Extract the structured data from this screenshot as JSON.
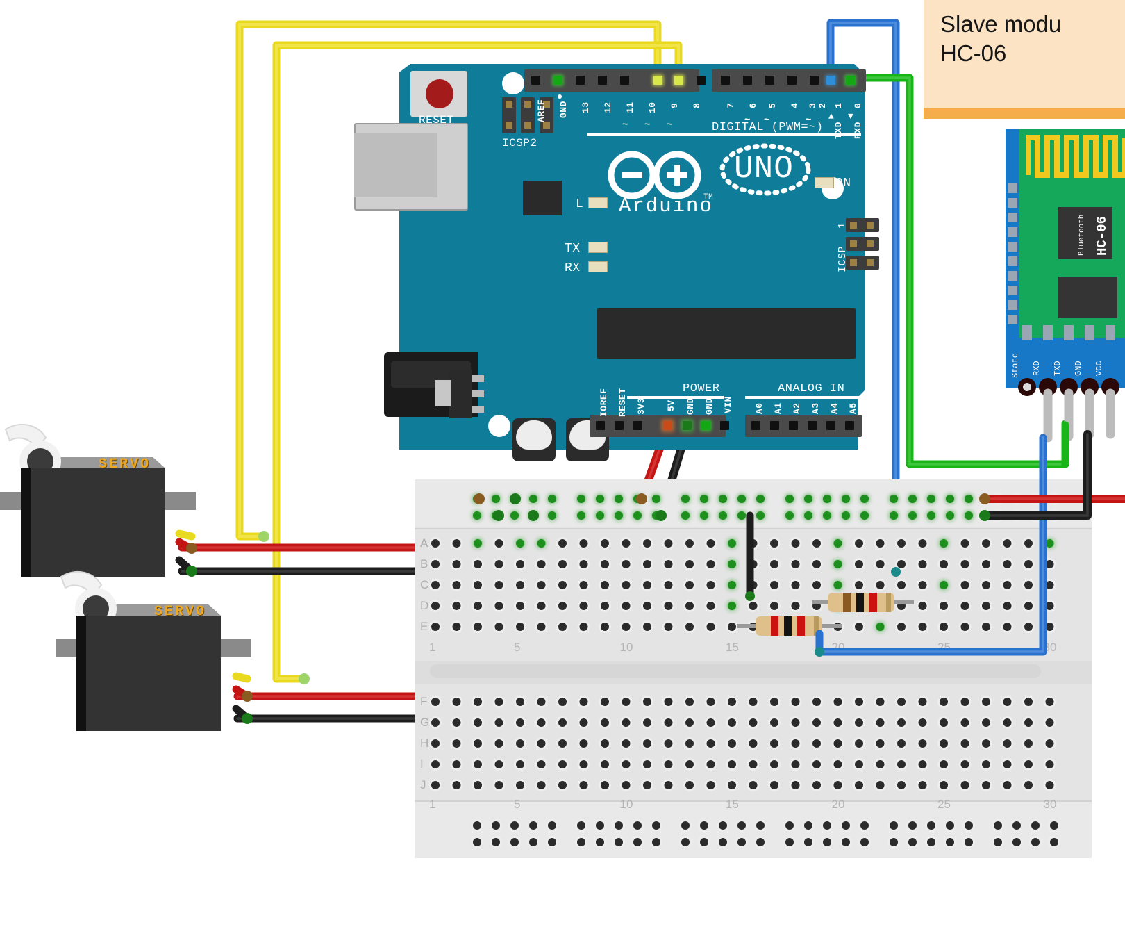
{
  "diagram": {
    "title": "Arduino UNO with two servos and HC-06 Bluetooth module on breadboard",
    "background": "#ffffff"
  },
  "callout": {
    "line1": "Slave modu",
    "line2": "HC-06",
    "bg_color": "#fbe3c4",
    "bar_color": "#f4ad4a",
    "text_color": "#161616"
  },
  "arduino": {
    "brand": "Arduino",
    "trademark": "TM",
    "model": "UNO",
    "board_color": "#0f7c99",
    "reset_label": "RESET",
    "icsp2_label": "ICSP2",
    "icsp_label": "ICSP",
    "icsp_pin1": "1",
    "digital_label": "DIGITAL (PWM=~)",
    "power_label": "POWER",
    "analog_label": "ANALOG IN",
    "led_labels": [
      "L",
      "TX",
      "RX",
      "ON"
    ],
    "digital_pins_left": [
      {
        "name": "AREF",
        "pwm": false,
        "state": "off"
      },
      {
        "name": "GND",
        "pwm": false,
        "state": "green"
      },
      {
        "name": "13",
        "pwm": false,
        "state": "off"
      },
      {
        "name": "12",
        "pwm": false,
        "state": "off"
      },
      {
        "name": "11",
        "pwm": true,
        "state": "off"
      },
      {
        "name": "10",
        "pwm": true,
        "state": "yellow"
      },
      {
        "name": "9",
        "pwm": true,
        "state": "yellow"
      },
      {
        "name": "8",
        "pwm": false,
        "state": "off"
      }
    ],
    "digital_pins_right": [
      {
        "name": "7",
        "pwm": false,
        "state": "off"
      },
      {
        "name": "6",
        "pwm": true,
        "state": "off"
      },
      {
        "name": "5",
        "pwm": true,
        "state": "off"
      },
      {
        "name": "4",
        "pwm": false,
        "state": "off"
      },
      {
        "name": "3",
        "pwm": true,
        "state": "off"
      },
      {
        "name": "2",
        "pwm": false,
        "state": "off"
      },
      {
        "name": "1",
        "pwm": false,
        "state": "blue",
        "alt": "TXD",
        "arrow": "up"
      },
      {
        "name": "0",
        "pwm": false,
        "state": "green",
        "alt": "RXD",
        "arrow": "down"
      }
    ],
    "power_pins": [
      {
        "name": "IOREF",
        "state": "off"
      },
      {
        "name": "RESET",
        "state": "off"
      },
      {
        "name": "3V3",
        "state": "off"
      },
      {
        "name": "5V",
        "state": "red"
      },
      {
        "name": "GND",
        "state": "black"
      },
      {
        "name": "GND",
        "state": "green"
      },
      {
        "name": "VIN",
        "state": "off"
      }
    ],
    "analog_pins": [
      "A0",
      "A1",
      "A2",
      "A3",
      "A4",
      "A5"
    ]
  },
  "hc06": {
    "chip_label": "HC-06",
    "chip_sub": "Bluetooth",
    "pins": [
      "State",
      "RXD",
      "TXD",
      "GND",
      "VCC"
    ],
    "board_color": "#1878c8",
    "pcb_color": "#16a85a",
    "antenna_color": "#f2c81e"
  },
  "breadboard": {
    "row_labels_top": [
      "A",
      "B",
      "C",
      "D",
      "E"
    ],
    "row_labels_bottom": [
      "F",
      "G",
      "H",
      "I",
      "J"
    ],
    "column_ticks": [
      "1",
      "5",
      "10",
      "15",
      "20",
      "25",
      "30"
    ],
    "columns": 30,
    "body_color": "#e4e4e4"
  },
  "servos": [
    {
      "label": "SERVO",
      "body_color": "#333333",
      "cap_color": "#8a8a8a",
      "wires": [
        "yellow",
        "red",
        "black"
      ]
    },
    {
      "label": "SERVO",
      "body_color": "#333333",
      "cap_color": "#8a8a8a",
      "wires": [
        "yellow",
        "red",
        "black"
      ]
    }
  ],
  "components": [
    {
      "type": "resistor",
      "name": "resistor-upper",
      "bands": [
        "brown",
        "black",
        "red"
      ],
      "row": "C",
      "from_column": "20",
      "to_column": "25"
    },
    {
      "type": "resistor",
      "name": "resistor-lower",
      "bands": [
        "red",
        "black",
        "red"
      ],
      "row": "D",
      "from_column": "15",
      "to_column": "20"
    }
  ],
  "wires": [
    {
      "name": "servo1-signal",
      "color": "#f2e31e",
      "from": "Arduino D10",
      "to": "Servo 1 signal"
    },
    {
      "name": "servo2-signal",
      "color": "#f2e31e",
      "from": "Arduino D9",
      "to": "Servo 2 signal"
    },
    {
      "name": "servo1-power",
      "color": "#cc1111",
      "from": "Servo 1 VCC",
      "to": "Breadboard + rail"
    },
    {
      "name": "servo1-ground",
      "color": "#1c1c1c",
      "from": "Servo 1 GND",
      "to": "Breadboard - rail"
    },
    {
      "name": "servo2-power",
      "color": "#cc1111",
      "from": "Servo 2 VCC",
      "to": "Breadboard + rail"
    },
    {
      "name": "servo2-ground",
      "color": "#1c1c1c",
      "from": "Servo 2 GND",
      "to": "Breadboard - rail"
    },
    {
      "name": "arduino-5v",
      "color": "#cc1111",
      "from": "Arduino 5V",
      "to": "Breadboard + rail"
    },
    {
      "name": "arduino-gnd",
      "color": "#1c1c1c",
      "from": "Arduino GND",
      "to": "Breadboard - rail"
    },
    {
      "name": "hc06-rxd",
      "color": "#2878d8",
      "from": "Arduino D1 TXD",
      "to": "Breadboard divider / HC-06 RXD"
    },
    {
      "name": "hc06-txd",
      "color": "#16b616",
      "from": "Arduino D0 RXD",
      "to": "HC-06 TXD"
    },
    {
      "name": "hc06-vcc",
      "color": "#cc1111",
      "from": "Breadboard + rail",
      "to": "HC-06 VCC"
    },
    {
      "name": "hc06-gnd",
      "color": "#1c1c1c",
      "from": "Breadboard - rail",
      "to": "HC-06 GND"
    },
    {
      "name": "divider-gnd",
      "color": "#1c1c1c",
      "from": "Breadboard B15",
      "to": "Breadboard - rail"
    }
  ],
  "colors": {
    "yellow_wire": "#f2e31e",
    "red_wire": "#cc1111",
    "black_wire": "#1c1c1c",
    "blue_wire": "#2878d8",
    "green_wire": "#16b616",
    "arduino_teal": "#0f7c99",
    "breadboard_grey": "#e4e4e4"
  }
}
